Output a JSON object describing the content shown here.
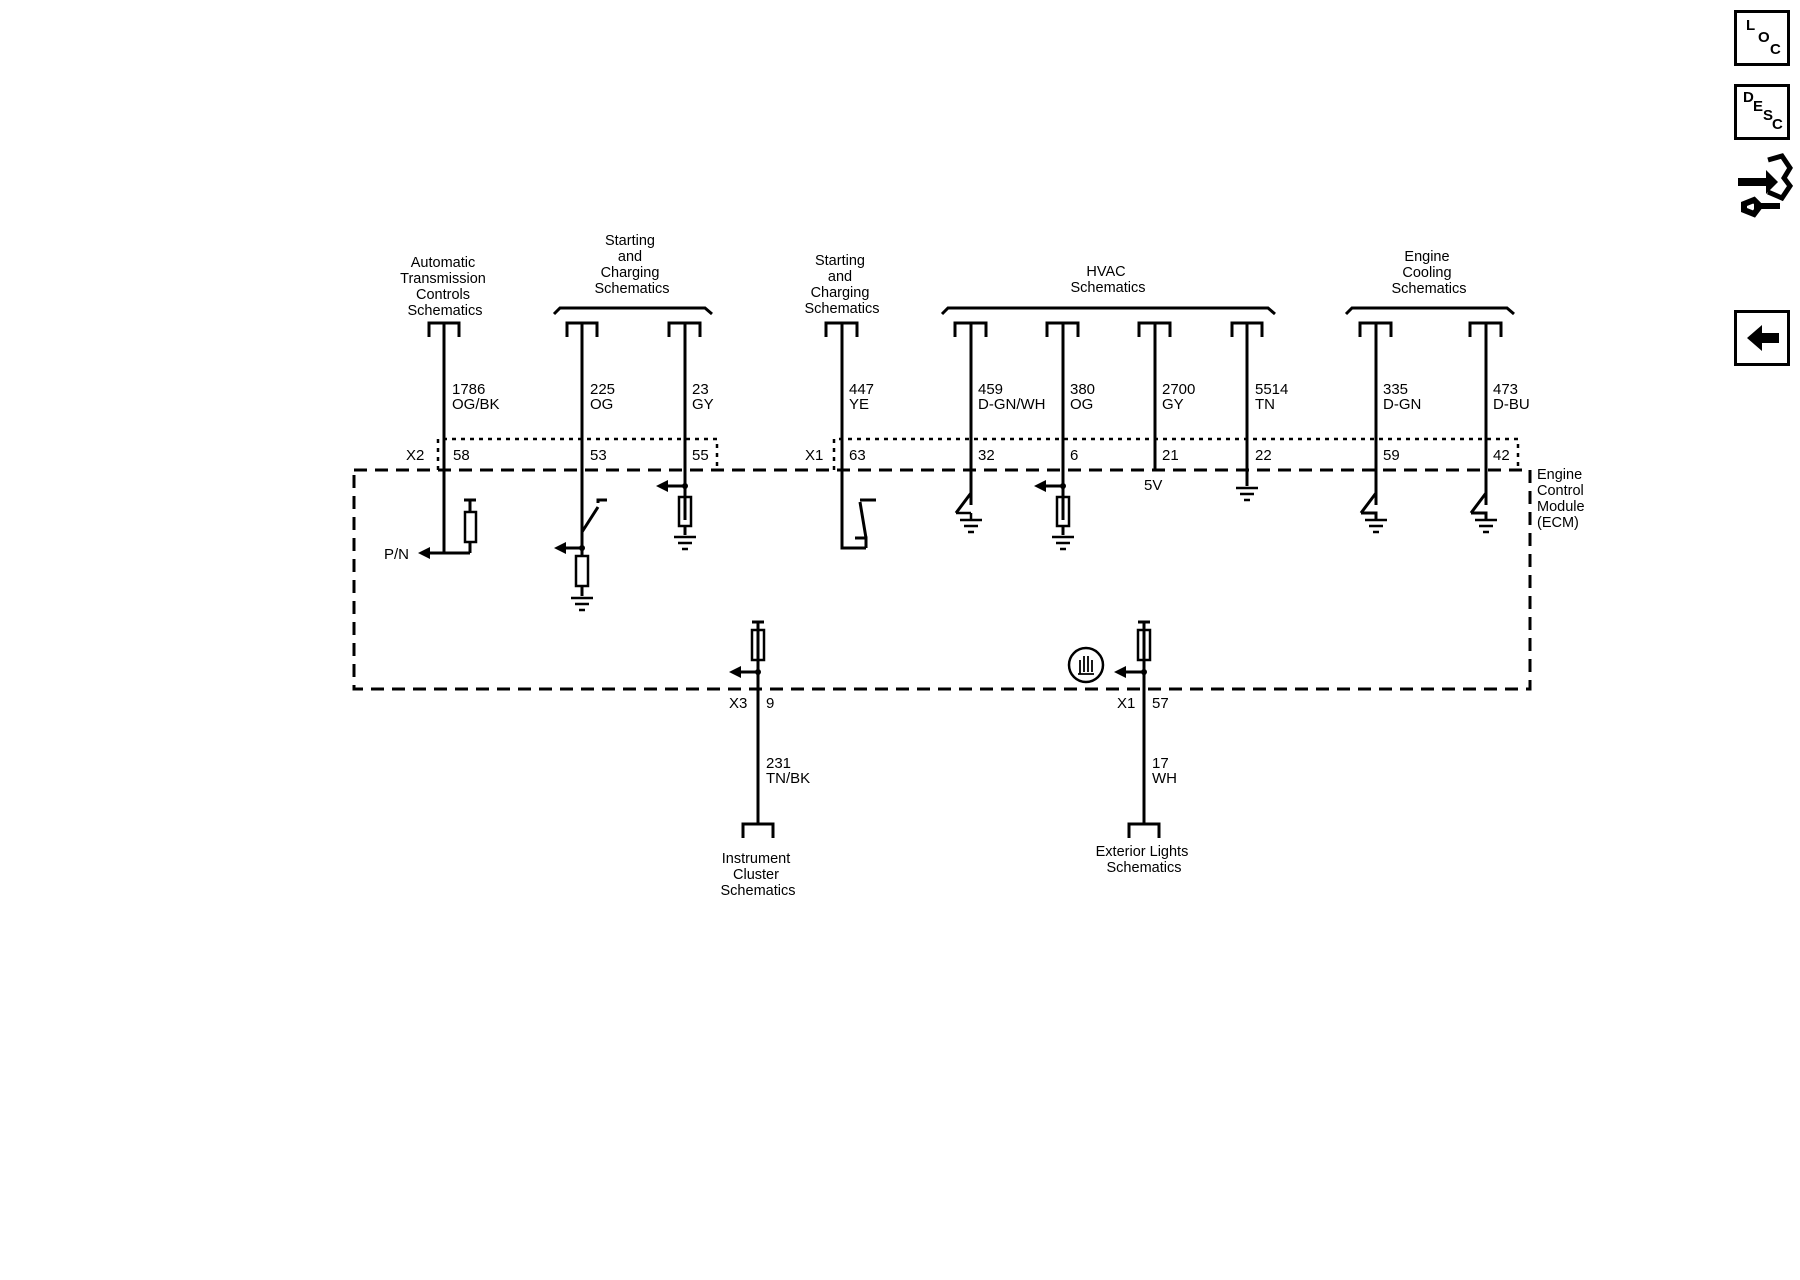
{
  "sidebar": {
    "loc_button": {
      "letters": [
        "L",
        "O",
        "C"
      ]
    },
    "desc_button": {
      "letters": [
        "D",
        "E",
        "S",
        "C"
      ]
    },
    "connector_icon": "connector-icon",
    "back_icon": "back-arrow-icon"
  },
  "diagram": {
    "module": {
      "lines": [
        "Engine",
        "Control",
        "Module",
        "(ECM)"
      ]
    },
    "connectors": {
      "x2": "X2",
      "x1_top": "X1",
      "x3": "X3",
      "x1_bottom": "X1"
    },
    "groups": [
      {
        "lines": [
          "Automatic",
          "Transmission",
          "Controls",
          "Schematics"
        ]
      },
      {
        "lines": [
          "Starting",
          "and",
          "Charging",
          "Schematics"
        ]
      },
      {
        "lines": [
          "Starting",
          "and",
          "Charging",
          "Schematics"
        ]
      },
      {
        "lines": [
          "HVAC",
          "Schematics"
        ]
      },
      {
        "lines": [
          "Engine",
          "Cooling",
          "Schematics"
        ]
      }
    ],
    "top_circuits": [
      {
        "circuit": "1786",
        "color": "OG/BK",
        "pin": "58"
      },
      {
        "circuit": "225",
        "color": "OG",
        "pin": "53"
      },
      {
        "circuit": "23",
        "color": "GY",
        "pin": "55"
      },
      {
        "circuit": "447",
        "color": "YE",
        "pin": "63"
      },
      {
        "circuit": "459",
        "color": "D-GN/WH",
        "pin": "32"
      },
      {
        "circuit": "380",
        "color": "OG",
        "pin": "6"
      },
      {
        "circuit": "2700",
        "color": "GY",
        "pin": "21"
      },
      {
        "circuit": "5514",
        "color": "TN",
        "pin": "22"
      },
      {
        "circuit": "335",
        "color": "D-GN",
        "pin": "59"
      },
      {
        "circuit": "473",
        "color": "D-BU",
        "pin": "42"
      }
    ],
    "bottom_circuits": [
      {
        "circuit": "231",
        "color": "TN/BK",
        "pin": "9",
        "dest": [
          "Instrument",
          "Cluster",
          "Schematics"
        ]
      },
      {
        "circuit": "17",
        "color": "WH",
        "pin": "57",
        "dest": [
          "Exterior Lights",
          "Schematics"
        ]
      }
    ],
    "pn_label": "P/N",
    "voltage_label": "5V"
  }
}
